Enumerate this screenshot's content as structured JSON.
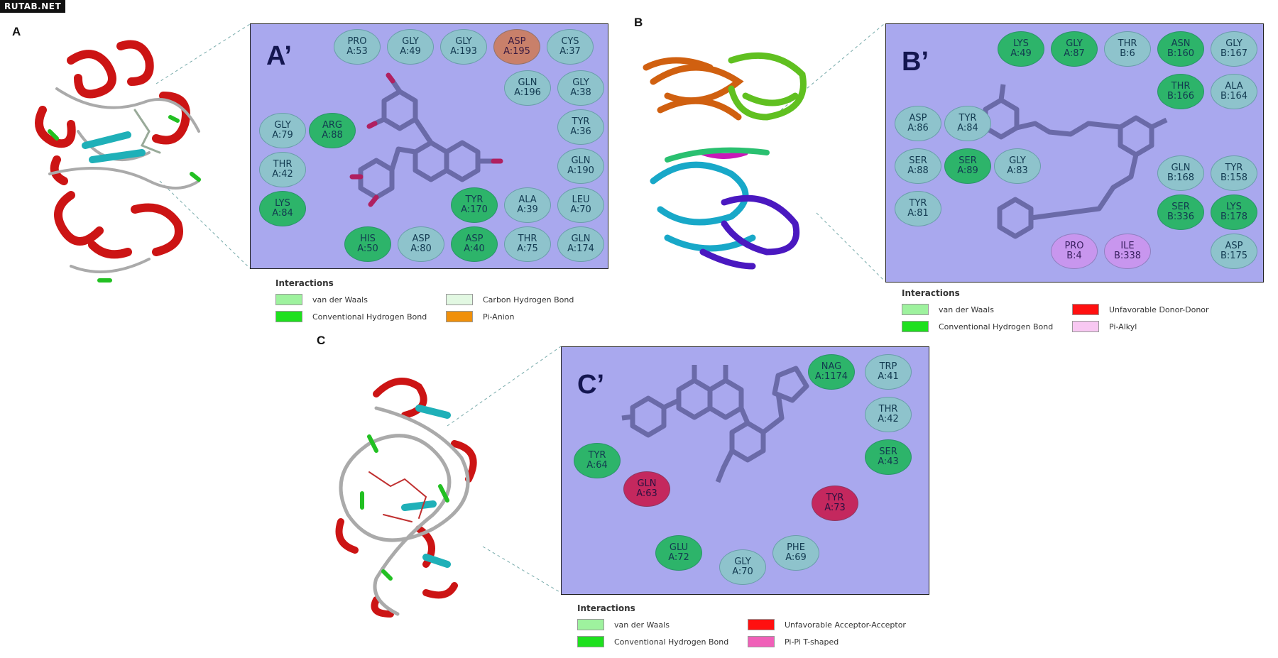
{
  "watermark": "RUTAB.NET",
  "panels": {
    "A": {
      "label": "A",
      "title": "A’"
    },
    "B": {
      "label": "B",
      "title": "B’"
    },
    "C": {
      "label": "C",
      "title": "C’"
    }
  },
  "residues": {
    "A": [
      {
        "name": "PRO\nA:53",
        "type": "vdw"
      },
      {
        "name": "GLY\nA:49",
        "type": "vdw"
      },
      {
        "name": "GLY\nA:193",
        "type": "vdw"
      },
      {
        "name": "ASP\nA:195",
        "type": "pia"
      },
      {
        "name": "GLN\nA:196",
        "type": "vdw"
      },
      {
        "name": "GLY\nA:38",
        "type": "vdw"
      },
      {
        "name": "CYS\nA:37",
        "type": "vdw"
      },
      {
        "name": "TYR\nA:36",
        "type": "vdw"
      },
      {
        "name": "GLN\nA:190",
        "type": "vdw"
      },
      {
        "name": "LEU\nA:70",
        "type": "vdw"
      },
      {
        "name": "GLN\nA:174",
        "type": "vdw"
      },
      {
        "name": "ALA\nA:39",
        "type": "vdw"
      },
      {
        "name": "TYR\nA:170",
        "type": "hb"
      },
      {
        "name": "THR\nA:75",
        "type": "vdw"
      },
      {
        "name": "ASP\nA:40",
        "type": "hb"
      },
      {
        "name": "ASP\nA:80",
        "type": "vdw"
      },
      {
        "name": "HIS\nA:50",
        "type": "hb"
      },
      {
        "name": "GLY\nA:79",
        "type": "vdw"
      },
      {
        "name": "THR\nA:42",
        "type": "vdw"
      },
      {
        "name": "LYS\nA:84",
        "type": "hb"
      },
      {
        "name": "ARG\nA:88",
        "type": "hb"
      }
    ],
    "B": [
      {
        "name": "LYS\nA:49",
        "type": "hb"
      },
      {
        "name": "THR\nB:6",
        "type": "vdw"
      },
      {
        "name": "GLY\nA:87",
        "type": "hb"
      },
      {
        "name": "GLY\nB:167",
        "type": "vdw"
      },
      {
        "name": "ASN\nB:160",
        "type": "hb"
      },
      {
        "name": "THR\nB:166",
        "type": "hb"
      },
      {
        "name": "ALA\nB:164",
        "type": "vdw"
      },
      {
        "name": "ASP\nA:86",
        "type": "vdw"
      },
      {
        "name": "TYR\nA:84",
        "type": "vdw"
      },
      {
        "name": "GLY\nA:83",
        "type": "vdw"
      },
      {
        "name": "SER\nA:88",
        "type": "vdw"
      },
      {
        "name": "SER\nA:89",
        "type": "hb"
      },
      {
        "name": "TYR\nA:81",
        "type": "vdw"
      },
      {
        "name": "TYR\nB:158",
        "type": "vdw"
      },
      {
        "name": "GLN\nB:168",
        "type": "vdw"
      },
      {
        "name": "LYS\nB:178",
        "type": "hb"
      },
      {
        "name": "SER\nB:336",
        "type": "hb"
      },
      {
        "name": "ASP\nB:175",
        "type": "vdw"
      },
      {
        "name": "PRO\nB:4",
        "type": "palk"
      },
      {
        "name": "ILE\nB:338",
        "type": "palk"
      }
    ],
    "C": [
      {
        "name": "NAG\nA:1174",
        "type": "hb"
      },
      {
        "name": "TRP\nA:41",
        "type": "vdw"
      },
      {
        "name": "THR\nA:42",
        "type": "vdw"
      },
      {
        "name": "SER\nA:43",
        "type": "hb"
      },
      {
        "name": "TYR\nA:73",
        "type": "unf"
      },
      {
        "name": "TYR\nA:64",
        "type": "hb"
      },
      {
        "name": "GLN\nA:63",
        "type": "unf"
      },
      {
        "name": "GLU\nA:72",
        "type": "hb"
      },
      {
        "name": "PHE\nA:69",
        "type": "vdw"
      },
      {
        "name": "GLY\nA:70",
        "type": "vdw"
      }
    ]
  },
  "legends": {
    "A": {
      "title": "Interactions",
      "items": [
        {
          "label": "van der Waals",
          "color": "#9ef29e"
        },
        {
          "label": "Conventional Hydrogen Bond",
          "color": "#1ee01e"
        },
        {
          "label": "Carbon Hydrogen Bond",
          "color": "#e2f8e2"
        },
        {
          "label": "Pi-Anion",
          "color": "#f0900a"
        }
      ]
    },
    "B": {
      "title": "Interactions",
      "items": [
        {
          "label": "van der Waals",
          "color": "#9ef29e"
        },
        {
          "label": "Conventional Hydrogen Bond",
          "color": "#1ee01e"
        },
        {
          "label": "Unfavorable Donor-Donor",
          "color": "#ff1010"
        },
        {
          "label": "Pi-Alkyl",
          "color": "#f8c8f2"
        }
      ]
    },
    "C": {
      "title": "Interactions",
      "items": [
        {
          "label": "van der Waals",
          "color": "#9ef29e"
        },
        {
          "label": "Conventional Hydrogen Bond",
          "color": "#1ee01e"
        },
        {
          "label": "Unfavorable Acceptor-Acceptor",
          "color": "#ff1010"
        },
        {
          "label": "Pi-Pi T-shaped",
          "color": "#f060b8"
        }
      ]
    }
  }
}
